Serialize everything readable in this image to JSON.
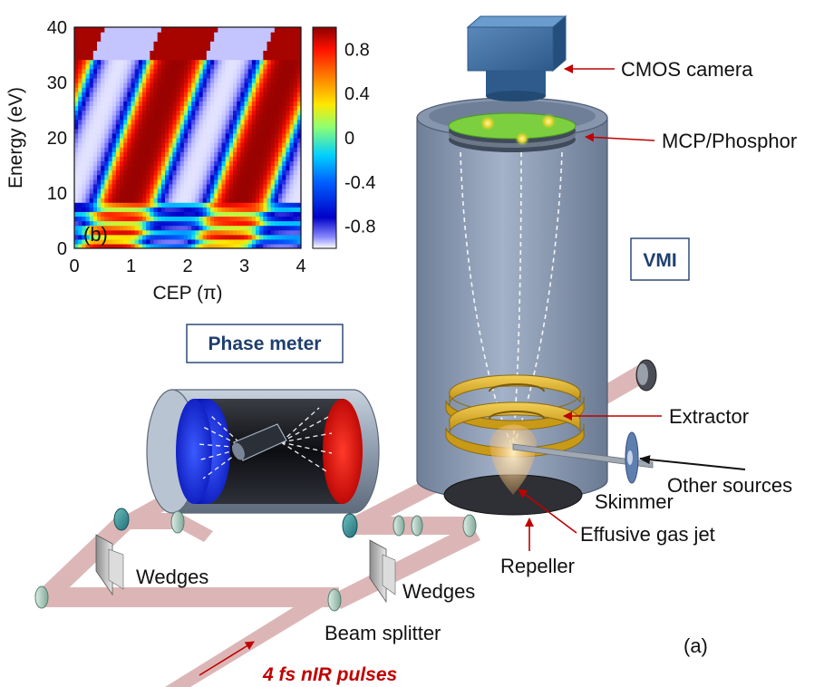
{
  "colors": {
    "accent_navy": "#1f3f6e",
    "arrow_red": "#c00000",
    "beam": "#c88a8a",
    "chamber": "#8a9ab3",
    "mcp_green": "#7ccf3e",
    "electrode_gold": "#d8a820"
  },
  "labels": {
    "cmos_camera": "CMOS camera",
    "mcp_phosphor": "MCP/Phosphor",
    "vmi": "VMI",
    "phase_meter": "Phase meter",
    "extractor": "Extractor",
    "other_sources": "Other sources",
    "skimmer": "Skimmer",
    "effusive_gas_jet": "Effusive gas jet",
    "repeller": "Repeller",
    "wedges_left": "Wedges",
    "wedges_right": "Wedges",
    "beam_splitter": "Beam splitter",
    "panel_a": "(a)",
    "pulses": "4 fs nIR pulses"
  },
  "icons": [
    "camera-icon",
    "mirror-icon",
    "wedge-icon",
    "lens-icon",
    "skimmer-icon"
  ],
  "chart_data": {
    "type": "heatmap",
    "panel_label": "(b)",
    "xlabel": "CEP (π)",
    "ylabel": "Energy (eV)",
    "xlim": [
      0,
      4
    ],
    "ylim": [
      0,
      40
    ],
    "x_ticks": [
      "0",
      "1",
      "2",
      "3",
      "4"
    ],
    "y_ticks": [
      "0",
      "10",
      "20",
      "30",
      "40"
    ],
    "colorbar": {
      "range": [
        -1,
        1
      ],
      "ticks": [
        "0.8",
        "0.4",
        "0",
        "-0.4",
        "-0.8"
      ],
      "colormap": "jet"
    },
    "pattern": {
      "period_pi": 2,
      "stripe_shift_pi_per_eV": 0.035,
      "phase_offset_pi": 0.12,
      "low_energy_fringe_below_eV": 8,
      "saturated_cutoff_eV": 34
    }
  }
}
